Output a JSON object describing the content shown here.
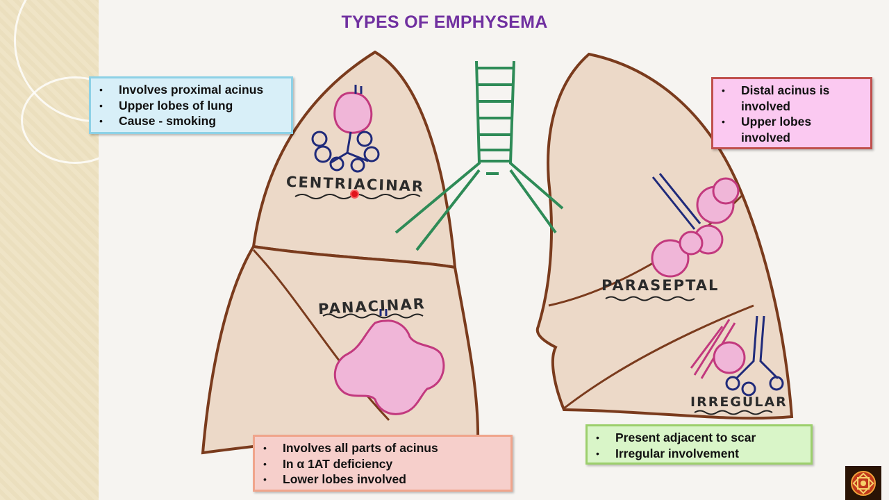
{
  "title": "TYPES OF EMPHYSEMA",
  "labels": {
    "centriacinar": "CENTRIACINAR",
    "panacinar": "PANACINAR",
    "paraseptal": "PARASEPTAL",
    "irregular": "IRREGULAR"
  },
  "boxes": {
    "centriacinar": [
      "Involves proximal acinus",
      "Upper lobes of lung",
      "Cause - smoking"
    ],
    "distal": [
      "Distal acinus is involved",
      "Upper lobes involved"
    ],
    "panacinar": [
      "Involves all parts of acinus",
      "In α 1AT deficiency",
      "Lower lobes involved"
    ],
    "irregular": [
      "Present adjacent to scar",
      "Irregular involvement"
    ]
  },
  "colors": {
    "title": "#7030a0",
    "lung_fill": "#ecd9c8",
    "lung_outline": "#7a3b1d",
    "trachea": "#2e8b57",
    "acinus_pink": "#c2397e",
    "airway_blue": "#1f2a7a"
  }
}
